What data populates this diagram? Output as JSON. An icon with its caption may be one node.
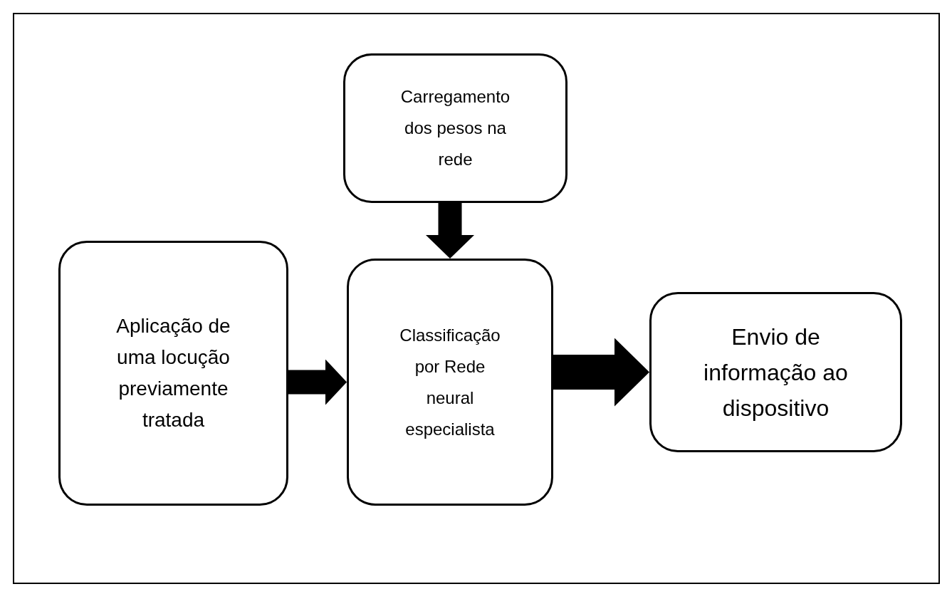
{
  "diagram": {
    "nodes": [
      {
        "text": [
          "Carregamento dos pesos na rede"
        ]
      },
      {
        "text": [
          "Aplicação de uma locução previamente tratada"
        ]
      },
      {
        "text": [
          "Classificação por Rede neural especialista"
        ]
      },
      {
        "text": [
          "Envio de informação ao dispositivo"
        ]
      }
    ],
    "edges": [
      {
        "from": 0,
        "to": 2,
        "arrow": "to"
      },
      {
        "from": 1,
        "to": 2,
        "arrow": "to"
      },
      {
        "from": 2,
        "to": 3,
        "arrow": "to"
      }
    ]
  }
}
